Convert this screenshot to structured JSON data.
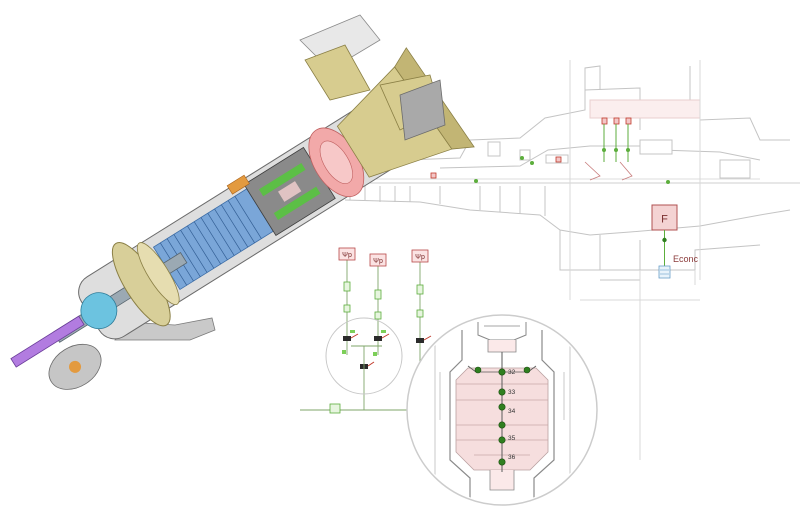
{
  "colors": {
    "background": "#ffffff",
    "line": "#b9b9b9",
    "dark_line": "#6e6e6e",
    "green": "#5cae3c",
    "node_green": "#2f7f1f",
    "red": "#c0392b",
    "pink_fill": "#f3d9d9",
    "salmon": "#f6c4b8",
    "casing_grey": "#8e8e8e",
    "casing_dark": "#4b4b4b",
    "olive": "#b8ab6a",
    "blue": "#6c9bd1",
    "purple": "#a86cd6",
    "orange": "#d68a3a",
    "cyan": "#4ab3d8"
  },
  "labels": {
    "f_box": "F",
    "econ": "Econc",
    "p_sensor": "Ψp"
  },
  "nodes": [
    {
      "id": "n32",
      "label": "32"
    },
    {
      "id": "n33",
      "label": "33"
    },
    {
      "id": "n34",
      "label": "34"
    },
    {
      "id": "n35",
      "label": "35"
    },
    {
      "id": "n36",
      "label": "36"
    }
  ]
}
